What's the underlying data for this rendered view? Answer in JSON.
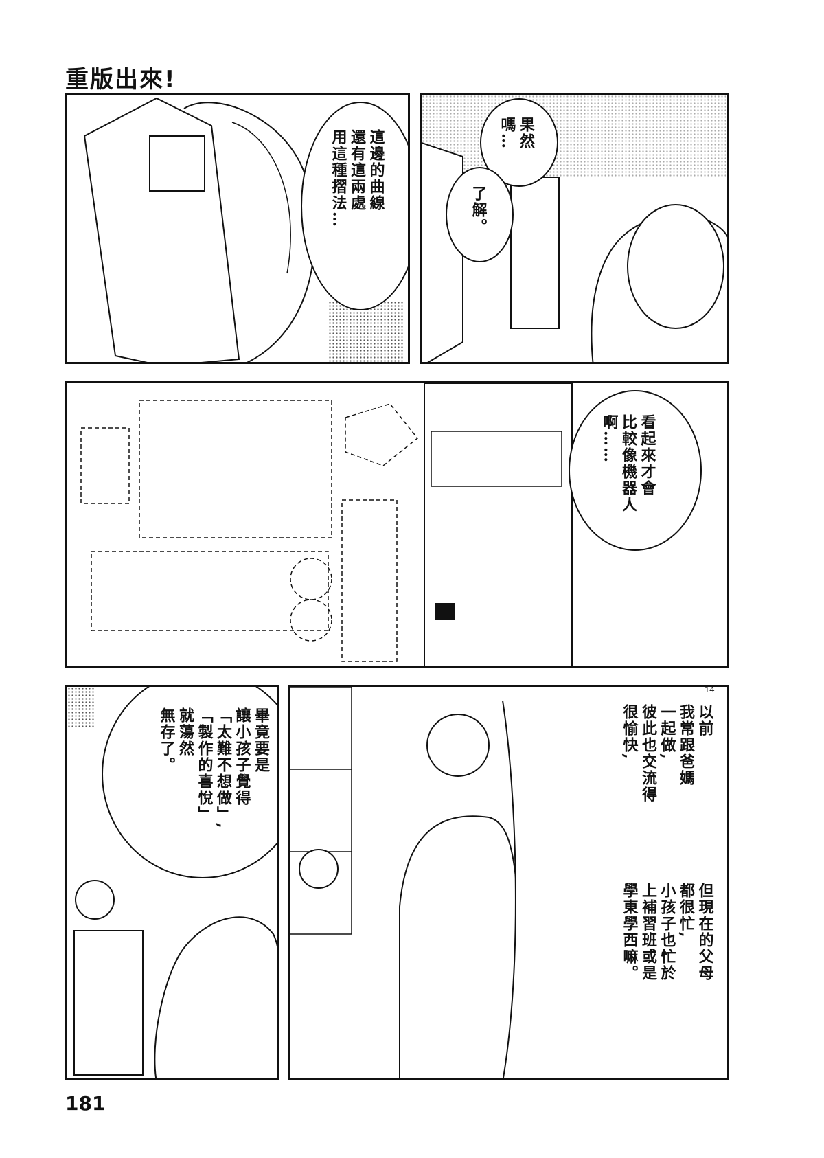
{
  "header": {
    "title": "重版出來!"
  },
  "footer": {
    "page_number": "181",
    "panel_index": "14"
  },
  "panels": {
    "p1": {
      "speech": "這邊的曲線\n還有這兩處\n用這種摺法…"
    },
    "p2": {
      "speech_a": "果然\n嗎…",
      "speech_b": "了解。"
    },
    "p3": {
      "speech": "看起來才會\n比較像機器人\n啊……"
    },
    "p4": {
      "speech": "畢竟要是\n讓小孩子覺得\n「太難不想做」,\n「製作的喜悅」\n就蕩然\n無存了。"
    },
    "p5": {
      "speech_a": "以前\n我常跟爸媽\n一起做,\n彼此也交流得\n很愉快,",
      "speech_b": "但現在的父母\n都很忙,\n小孩子也忙於\n上補習班或是\n學東學西嘛。"
    }
  }
}
